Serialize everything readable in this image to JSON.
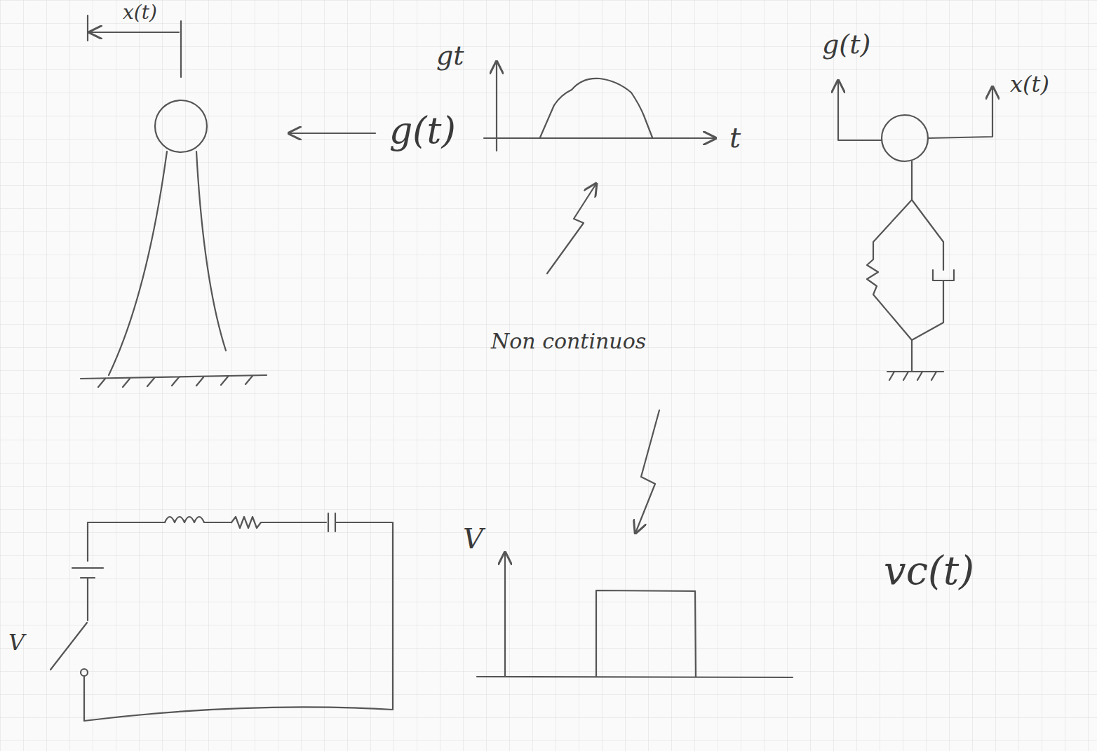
{
  "diagram": {
    "labels": [
      "x(t)",
      "gt",
      "g(t)",
      "t",
      "g(t)",
      "x(t)",
      "Non continuos",
      "V",
      "V",
      "vc(t)"
    ]
  }
}
